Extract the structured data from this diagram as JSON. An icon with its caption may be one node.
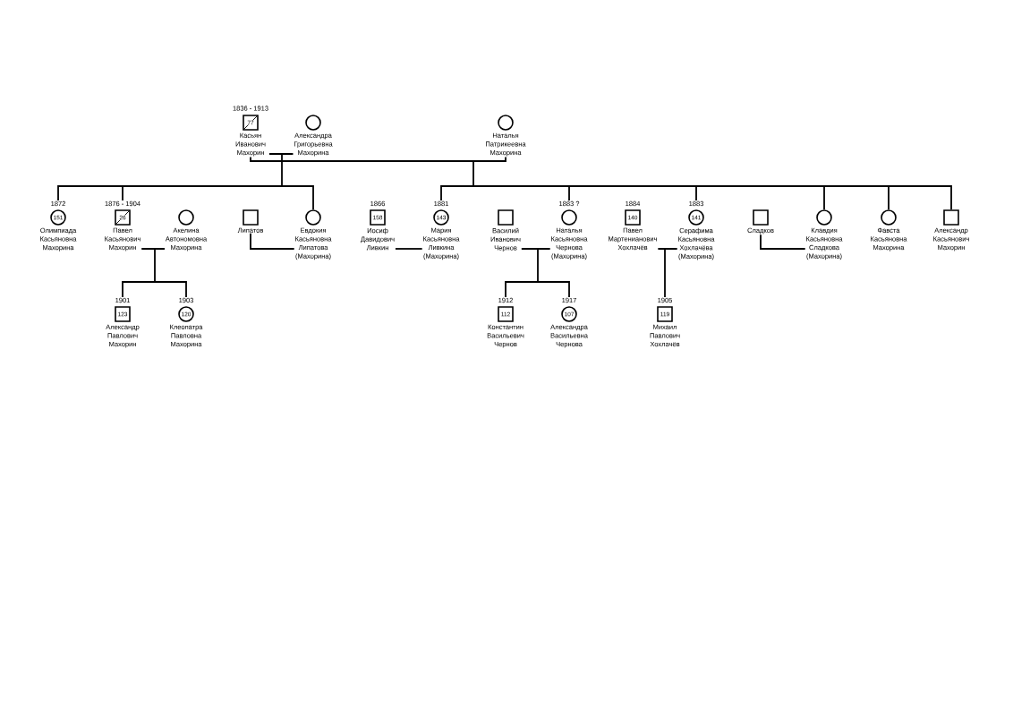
{
  "diagram": {
    "nodes": [
      {
        "text": [
          "77",
          "Касьян Иванович Махорин"
        ],
        "beside": [
          "1836 - 1913"
        ]
      },
      {
        "text": [
          "Александра Григорьевна Махорина"
        ]
      },
      {
        "text": [
          "Наталья Патрикеевна Махорина"
        ]
      },
      {
        "text": [
          "151",
          "Олимпиада Касьяновна Махорина"
        ],
        "beside": [
          "1872"
        ]
      },
      {
        "text": [
          "26",
          "Павел Касьянович Махорин"
        ],
        "beside": [
          "1876 - 1904"
        ]
      },
      {
        "text": [
          "Акелина Автономовна Махорина"
        ]
      },
      {
        "text": [
          "Липатов"
        ]
      },
      {
        "text": [
          "Евдокия Касьяновна Липатова (Махорина)"
        ]
      },
      {
        "text": [
          "158",
          "Иосиф Давидович Ливкин"
        ],
        "beside": [
          "1866"
        ]
      },
      {
        "text": [
          "143",
          "Мария Касьяновна Ливкина (Махорина)"
        ],
        "beside": [
          "1881"
        ]
      },
      {
        "text": [
          "Василий Иванович Чернов"
        ]
      },
      {
        "text": [
          "Наталья Касьяновна Чернова (Махорина)"
        ],
        "beside": [
          "1883 ?"
        ]
      },
      {
        "text": [
          "140",
          "Павел Мартенианович Хохлачёв"
        ],
        "beside": [
          "1884"
        ]
      },
      {
        "text": [
          "141",
          "Серафима Касьяновна Хохлачёва (Махорина)"
        ],
        "beside": [
          "1883"
        ]
      },
      {
        "text": [
          "Сладков"
        ]
      },
      {
        "text": [
          "Клавдия Касьяновна Сладкова (Махорина)"
        ]
      },
      {
        "text": [
          "Фавста Касьяновна Махорина"
        ]
      },
      {
        "text": [
          "Александр Касьянович Махорин"
        ]
      },
      {
        "text": [
          "123",
          "Александр Павлович Махорин"
        ],
        "beside": [
          "1901"
        ]
      },
      {
        "text": [
          "120",
          "Клеопатра Павловна Махорина"
        ],
        "beside": [
          "1903"
        ]
      },
      {
        "text": [
          "112",
          "Константин Васильевич Чернов"
        ],
        "beside": [
          "1912"
        ]
      },
      {
        "text": [
          "107",
          "Александра Васильевна Чернова"
        ],
        "beside": [
          "1917"
        ]
      },
      {
        "text": [
          "119",
          "Михаил Павлович Хохлачёв"
        ],
        "beside": [
          "1905"
        ]
      }
    ],
    "edges": [
      {
        "from": 0,
        "to": 1,
        "arrow": "none"
      },
      {
        "from": 0,
        "to": 2,
        "arrow": "none"
      },
      {
        "from": 0,
        "to": 3,
        "arrow": "none"
      },
      {
        "from": 1,
        "to": 3,
        "arrow": "none"
      },
      {
        "from": 0,
        "to": 4,
        "arrow": "none"
      },
      {
        "from": 1,
        "to": 4,
        "arrow": "none"
      },
      {
        "from": 0,
        "to": 7,
        "arrow": "none"
      },
      {
        "from": 1,
        "to": 7,
        "arrow": "none"
      },
      {
        "from": 0,
        "to": 9,
        "arrow": "none"
      },
      {
        "from": 2,
        "to": 9,
        "arrow": "none"
      },
      {
        "from": 0,
        "to": 11,
        "arrow": "none"
      },
      {
        "from": 2,
        "to": 11,
        "arrow": "none"
      },
      {
        "from": 0,
        "to": 13,
        "arrow": "none"
      },
      {
        "from": 2,
        "to": 13,
        "arrow": "none"
      },
      {
        "from": 0,
        "to": 15,
        "arrow": "none"
      },
      {
        "from": 2,
        "to": 15,
        "arrow": "none"
      },
      {
        "from": 0,
        "to": 16,
        "arrow": "none"
      },
      {
        "from": 2,
        "to": 16,
        "arrow": "none"
      },
      {
        "from": 0,
        "to": 17,
        "arrow": "none"
      },
      {
        "from": 2,
        "to": 17,
        "arrow": "none"
      },
      {
        "from": 4,
        "to": 5,
        "arrow": "none"
      },
      {
        "from": 4,
        "to": 18,
        "arrow": "none"
      },
      {
        "from": 5,
        "to": 18,
        "arrow": "none"
      },
      {
        "from": 4,
        "to": 19,
        "arrow": "none"
      },
      {
        "from": 5,
        "to": 19,
        "arrow": "none"
      },
      {
        "from": 6,
        "to": 7,
        "arrow": "none"
      },
      {
        "from": 8,
        "to": 9,
        "arrow": "none"
      },
      {
        "from": 10,
        "to": 11,
        "arrow": "none"
      },
      {
        "from": 10,
        "to": 20,
        "arrow": "none"
      },
      {
        "from": 11,
        "to": 20,
        "arrow": "none"
      },
      {
        "from": 10,
        "to": 21,
        "arrow": "none"
      },
      {
        "from": 11,
        "to": 21,
        "arrow": "none"
      },
      {
        "from": 12,
        "to": 13,
        "arrow": "none"
      },
      {
        "from": 12,
        "to": 22,
        "arrow": "none"
      },
      {
        "from": 13,
        "to": 22,
        "arrow": "none"
      },
      {
        "from": 14,
        "to": 15,
        "arrow": "none"
      }
    ]
  }
}
